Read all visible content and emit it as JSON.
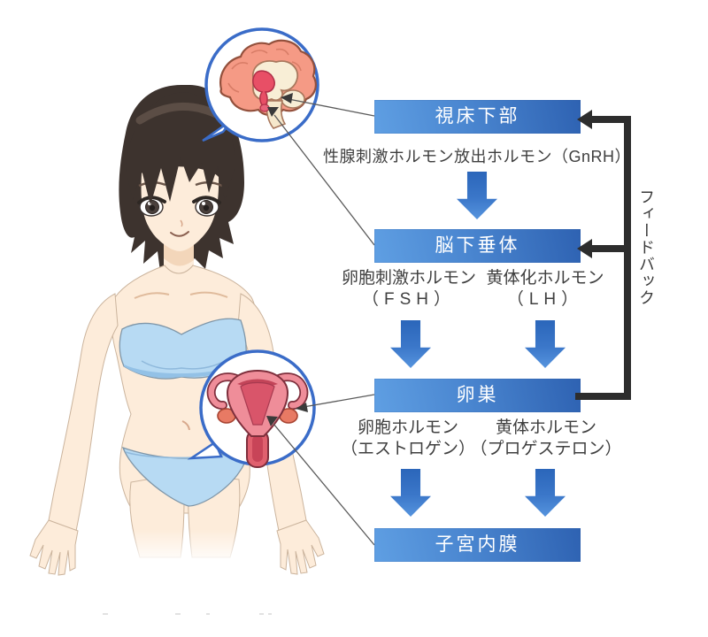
{
  "diagram": {
    "boxes": [
      {
        "label": "視床下部"
      },
      {
        "label": "脳下垂体"
      },
      {
        "label": "卵巣"
      },
      {
        "label": "子宮内膜"
      }
    ],
    "labels": {
      "gnrh": "性腺刺激ホルモン放出ホルモン（GnRH）",
      "fsh_name": "卵胞刺激ホルモン",
      "fsh_abbr": "（FSH）",
      "lh_name": "黄体化ホルモン",
      "lh_abbr": "（LH）",
      "estrogen_name": "卵胞ホルモン",
      "estrogen_abbr": "（エストロゲン）",
      "progesterone_name": "黄体ホルモン",
      "progesterone_abbr": "（プロゲステロン）",
      "feedback": "フィードバック"
    },
    "insets": [
      {
        "icon": "brain-icon",
        "depicts": "brain with hypothalamus and pituitary highlighted"
      },
      {
        "icon": "uterus-icon",
        "depicts": "uterus with fallopian tubes and ovaries"
      }
    ],
    "figure": "woman-body-illustration",
    "colors": {
      "box_gradient_light": "#5f9fe3",
      "box_gradient_dark": "#2e62b2",
      "flow_arrow_top": "#2b66ba",
      "flow_arrow_bottom": "#5694de",
      "feedback_line": "#2d2d2d",
      "label_text": "#3f3f3f",
      "inset_border": "#3a6cc8",
      "skin": "#fdecda",
      "hair": "#3d332e",
      "bikini": "#b7daf3",
      "brain": "#f59a85",
      "uterus": "#ef8d99"
    }
  }
}
